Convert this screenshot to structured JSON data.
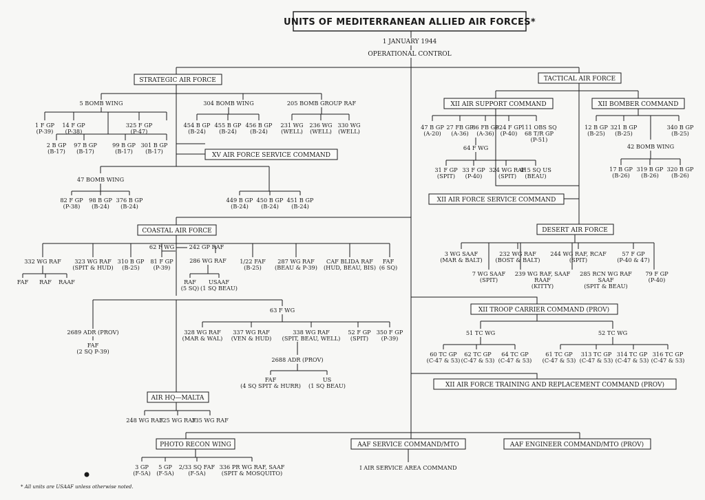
{
  "title": "UNITS OF MEDITERRANEAN ALLIED AIR FORCES*",
  "date": "1 JANUARY 1944",
  "control": "OPERATIONAL CONTROL",
  "footnote": "* All units are USAAF unless otherwise noted.",
  "strategic": {
    "title": "STRATEGIC AIR FORCE",
    "wing5": "5 BOMB WING",
    "g1fgp": "1 F GP",
    "g1fgp_s": "(P-39)",
    "g14fgp": "14 F GP",
    "g14fgp_s": "(P-38)",
    "g325fgp": "325 F GP",
    "g325fgp_s": "(P-47)",
    "g2bgp": "2 B GP",
    "g2bgp_s": "(B-17)",
    "g97bgp": "97 B GP",
    "g97bgp_s": "(B-17)",
    "g99bgp": "99 B GP",
    "g99bgp_s": "(B-17)",
    "g301bgp": "301 B GP",
    "g301bgp_s": "(B-17)",
    "wing304": "304 BOMB WING",
    "g454": "454 B GP",
    "g454_s": "(B-24)",
    "g455": "455 B GP",
    "g455_s": "(B-24)",
    "g456": "456 B GP",
    "g456_s": "(B-24)",
    "grp205": "205 BOMB GROUP RAF",
    "w231": "231 WG",
    "w231_s": "(WELL)",
    "w236": "236 WG",
    "w236_s": "(WELL)",
    "w330": "330 WG",
    "w330_s": "(WELL)",
    "xv_service": "XV AIR FORCE SERVICE COMMAND",
    "wing47": "47 BOMB WING",
    "g82": "82 F GP",
    "g82_s": "(P-38)",
    "g98": "98 B GP",
    "g98_s": "(B-24)",
    "g376": "376 B GP",
    "g376_s": "(B-24)",
    "g449": "449 B GP",
    "g449_s": "(B-24)",
    "g450": "450 B GP",
    "g450_s": "(B-24)",
    "g451": "451 B GP",
    "g451_s": "(B-24)"
  },
  "tactical": {
    "title": "TACTICAL AIR FORCE",
    "xii_support": "XII AIR SUPPORT COMMAND",
    "g47": "47 B GP",
    "g47_s": "(A-20)",
    "g27": "27 FB GP",
    "g27_s": "(A-36)",
    "g86": "86 FB GP",
    "g86_s": "(A-36)",
    "g324": "324 F GP",
    "g324_s": "(P-40)",
    "g111": "111 OBS SQ",
    "g111_s": "68 T/R GP",
    "g111_s2": "(P-51)",
    "wing64": "64 F WG",
    "g31": "31 F GP",
    "g31_s": "(SPIT)",
    "g33": "33 F GP",
    "g33_s": "(P-40)",
    "w324": "324 WG RAF",
    "w324_s": "(SPIT)",
    "sq415": "415 SQ US",
    "sq415_s": "(BEAU)",
    "xii_service": "XII AIR FORCE SERVICE COMMAND",
    "xii_bomber": "XII BOMBER COMMAND",
    "g12": "12 B GP",
    "g12_s": "(B-25)",
    "g321": "321 B GP",
    "g321_s": "(B-25)",
    "g340": "340 B GP",
    "g340_s": "(B-25)",
    "wing42": "42 BOMB WING",
    "g17": "17 B GP",
    "g17_s": "(B-26)",
    "g319": "319 B GP",
    "g319_s": "(B-26)",
    "g320": "320 B GP",
    "g320_s": "(B-26)"
  },
  "desert": {
    "title": "DESERT AIR FORCE",
    "w3": "3 WG SAAF",
    "w3_s": "(MAR & BALT)",
    "w232": "232 WG RAF",
    "w232_s": "(BOST & BALT)",
    "w244": "244 WG RAF, RCAF",
    "w244_s": "(SPIT)",
    "g57": "57 F GP",
    "g57_s": "(P-40 & 47)",
    "w7": "7 WG SAAF",
    "w7_s": "(SPIT)",
    "w239": "239 WG RAF, SAAF",
    "w239_s": "RAAF",
    "w239_s2": "(KITTY)",
    "w285": "285 RCN WG RAF",
    "w285_s": "SAAF",
    "w285_s2": "(SPIT & BEAU)",
    "g79": "79 F GP",
    "g79_s": "(P-40)"
  },
  "troop": {
    "title": "XII TROOP CARRIER COMMAND (PROV)",
    "w51": "51 TC WG",
    "w52": "52 TC WG",
    "g60": "60 TC GP",
    "g60_s": "(C-47 & 53)",
    "g62": "62 TC GP",
    "g62_s": "(C-47 & 53)",
    "g64": "64 TC GP",
    "g64_s": "(C-47 & 53)",
    "g61": "61 TC GP",
    "g61_s": "(C-47 & 53)",
    "g313": "313 TC GP",
    "g313_s": "(C-47 & 53)",
    "g314": "314 TC GP",
    "g314_s": "(C-47 & 53)",
    "g316": "316 TC GP",
    "g316_s": "(C-47 & 53)",
    "training": "XII AIR FORCE TRAINING AND REPLACEMENT COMMAND (PROV)"
  },
  "coastal": {
    "title": "COASTAL AIR FORCE",
    "w332": "332 WG RAF",
    "faf": "FAF",
    "raf": "RAF",
    "raaf": "RAAF",
    "w323": "323 WG RAF",
    "w323_s": "(SPIT & HUD)",
    "g310": "310 B GP",
    "g310_s": "(B-25)",
    "w62": "62 F WG",
    "g81": "81 F GP",
    "g81_s": "(P-39)",
    "g242": "242 GP RAF",
    "w286": "286 WG RAF",
    "raf5": "RAF",
    "raf5_s": "(5 SQ)",
    "usaaf": "USAAF",
    "usaaf_s": "(1 SQ BEAU)",
    "faf122": "1/22 FAF",
    "faf122_s": "(B-25)",
    "w287": "287 WG RAF",
    "w287_s": "(BEAU & P-39)",
    "blida": "CAF BLIDA RAF",
    "blida_s": "(HUD, BEAU, BIS)",
    "faf6": "FAF",
    "faf6_s": "(6 SQ)",
    "w63": "63 F WG",
    "adr2689": "2689 ADR (PROV)",
    "faf2": "FAF",
    "faf2_s": "(2 SQ P-39)",
    "w328": "328 WG RAF",
    "w328_s": "(MAR & WAL)",
    "w337": "337 WG RAF",
    "w337_s": "(VEN & HUD)",
    "w338": "338 WG RAF",
    "w338_s": "(SPIT, BEAU, WELL)",
    "g52": "52 F GP",
    "g52_s": "(SPIT)",
    "g350": "350 F GP",
    "g350_s": "(P-39)",
    "adr2688": "2688 ADR (PROV)",
    "faf4": "FAF",
    "faf4_s": "(4 SQ SPIT & HURR)",
    "us1": "US",
    "us1_s": "(1 SQ BEAU)",
    "malta": "AIR HQ—MALTA",
    "w248": "248 WG RAF",
    "w325": "325 WG RAF",
    "w335": "335 WG RAF"
  },
  "photo": {
    "title": "PHOTO RECON WING",
    "g3": "3 GP",
    "g3_s": "(F-5A)",
    "g5": "5 GP",
    "g5_s": "(F-5A)",
    "sq233": "2/33 SQ FAF",
    "sq233_s": "(F-5A)",
    "w336": "336 PR WG RAF, SAAF",
    "w336_s": "(SPIT & MOSQUITO)"
  },
  "service": {
    "title": "AAF SERVICE COMMAND/MTO",
    "area": "I AIR SERVICE AREA COMMAND"
  },
  "engineer": {
    "title": "AAF ENGINEER COMMAND/MTO (PROV)"
  }
}
